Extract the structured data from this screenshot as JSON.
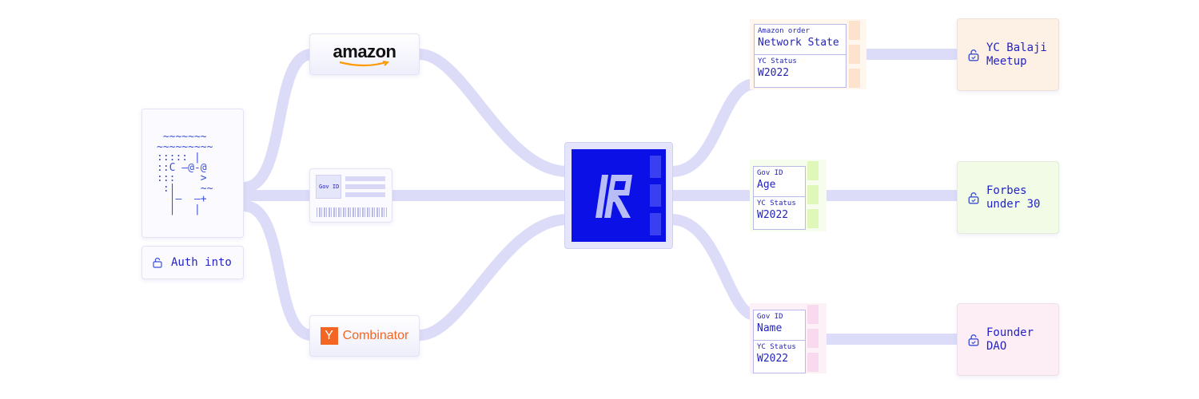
{
  "source_identity": {
    "ascii_art": " ~~~~~~~\n~~~~~~~~~\n::::: |\n::C —@-@\n:::    >\n :|    ~~\n  |—  —+\n  |   |",
    "auth_label": "Auth into",
    "auth_icon": "lock-icon"
  },
  "sources": {
    "amazon": {
      "label": "amazon"
    },
    "gov_id": {
      "label": "Gov ID"
    },
    "yc": {
      "logo_letter": "Y",
      "label": "Combinator"
    }
  },
  "hub": {
    "logo": "hub-logo-icon",
    "color": "#0a10e6"
  },
  "credentials": [
    {
      "fields": [
        {
          "key": "Amazon order",
          "value": "Network State"
        },
        {
          "key": "YC Status",
          "value": "W2022"
        }
      ],
      "accent": "#fde3cd"
    },
    {
      "fields": [
        {
          "key": "Gov ID",
          "value": "Age"
        },
        {
          "key": "YC Status",
          "value": "W2022"
        }
      ],
      "accent": "#dff7b8"
    },
    {
      "fields": [
        {
          "key": "Gov ID",
          "value": "Name"
        },
        {
          "key": "YC Status",
          "value": "W2022"
        }
      ],
      "accent": "#f9d9ee"
    }
  ],
  "destinations": [
    {
      "label": "YC Balaji\nMeetup",
      "bg": "#fdf0e4",
      "icon": "lock-icon"
    },
    {
      "label": "Forbes\nunder 30",
      "bg": "#f1fbe6",
      "icon": "lock-icon"
    },
    {
      "label": "Founder\nDAO",
      "bg": "#fdeef6",
      "icon": "lock-icon"
    }
  ],
  "colors": {
    "wire": "#d9d9f7",
    "text": "#2323c8"
  }
}
